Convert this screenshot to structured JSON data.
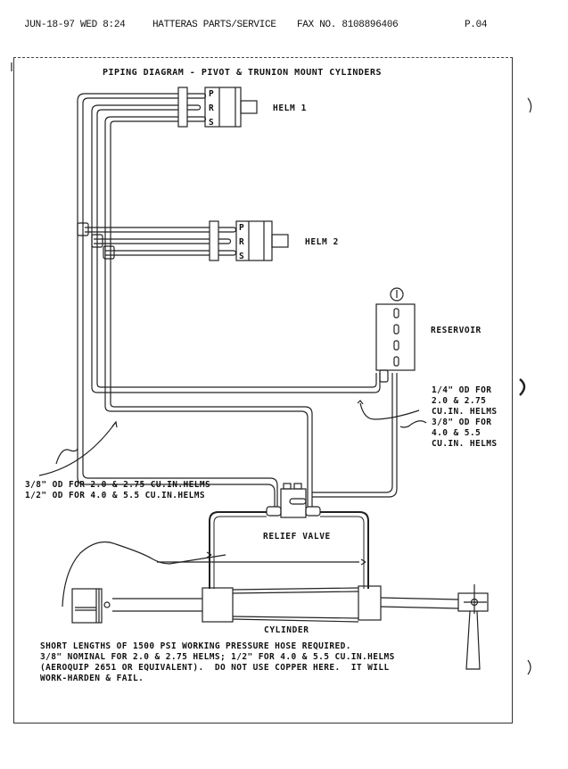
{
  "fax_header": {
    "date_time": "JUN-18-97 WED  8:24",
    "sender": "HATTERAS PARTS/SERVICE",
    "fax_number": "FAX NO. 8108896406",
    "page": "P.04"
  },
  "diagram": {
    "title": "PIPING DIAGRAM - PIVOT & TRUNION MOUNT CYLINDERS",
    "components": {
      "helm1": {
        "label": "HELM 1",
        "ports": [
          "P",
          "R",
          "S"
        ]
      },
      "helm2": {
        "label": "HELM 2",
        "ports": [
          "P",
          "R",
          "S"
        ]
      },
      "reservoir": {
        "label": "RESERVOIR"
      },
      "relief_valve": {
        "label": "RELIEF VALVE"
      },
      "cylinder": {
        "label": "CYLINDER"
      }
    },
    "notes": {
      "vent_line": [
        "1/4\" OD FOR",
        "2.0 & 2.75",
        "CU.IN. HELMS",
        "3/8\" OD FOR",
        "4.0 & 5.5",
        "CU.IN. HELMS"
      ],
      "main_lines": [
        "3/8\" OD FOR 2.0 & 2.75 CU.IN.HELMS",
        "1/2\" OD FOR 4.0 & 5.5 CU.IN.HELMS"
      ],
      "hose_note": [
        "SHORT LENGTHS OF 1500 PSI WORKING PRESSURE HOSE REQUIRED.",
        "3/8\" NOMINAL FOR 2.0 & 2.75 HELMS; 1/2\" FOR 4.0 & 5.5 CU.IN.HELMS",
        "(AEROQUIP 2651 OR EQUIVALENT).  DO NOT USE COPPER HERE.  IT WILL",
        "WORK-HARDEN & FAIL."
      ]
    }
  }
}
